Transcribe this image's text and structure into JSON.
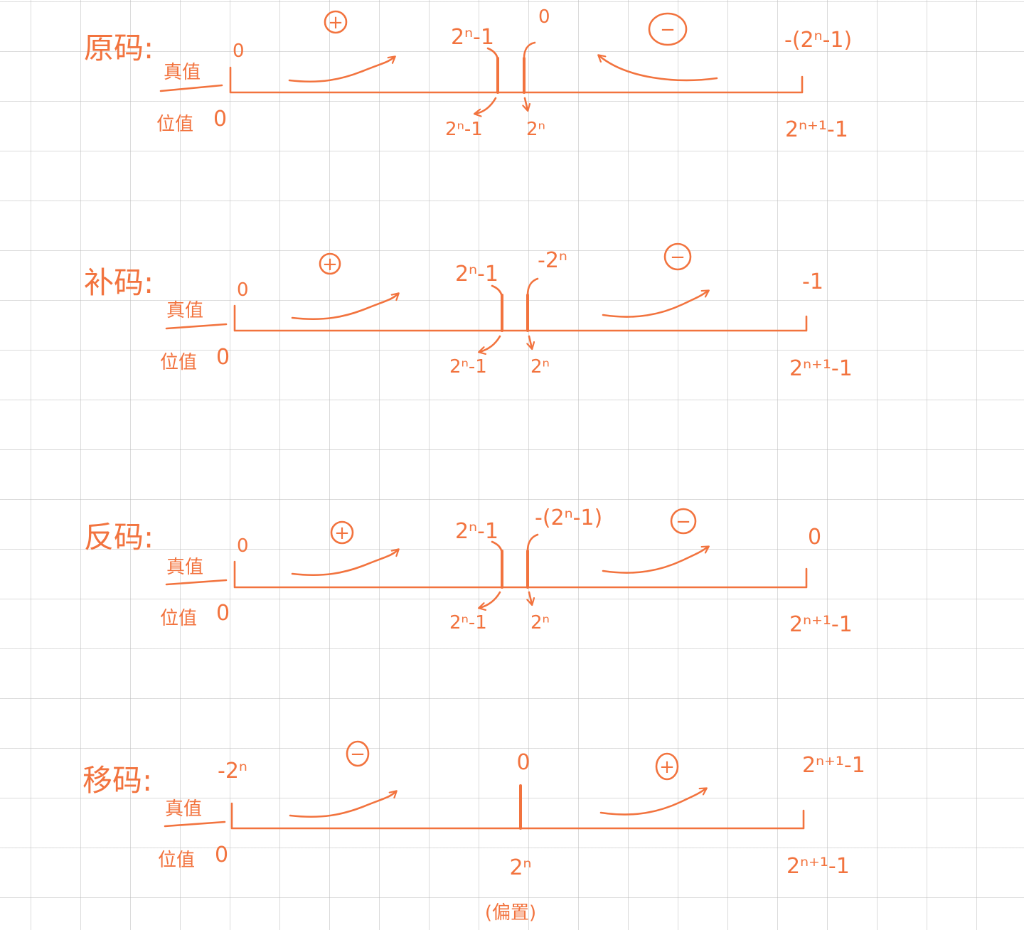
{
  "colors": {
    "ink": "#f2733e",
    "grid": "#bebebe",
    "background": "#ffffff"
  },
  "row_labels": {
    "true_value": "真值",
    "bit_value": "位值"
  },
  "sections": [
    {
      "title": "原码:",
      "true_left": "0",
      "left_sign": "+",
      "mid_left_top": "2ⁿ-1",
      "mid_right_top": "0",
      "right_sign": "−",
      "true_right": "-(2ⁿ-1)",
      "bit_left": "0",
      "mid_left_bottom": "2ⁿ-1",
      "mid_right_bottom": "2ⁿ",
      "bit_right": "2ⁿ⁺¹-1"
    },
    {
      "title": "补码:",
      "true_left": "0",
      "left_sign": "+",
      "mid_left_top": "2ⁿ-1",
      "mid_right_top": "-2ⁿ",
      "right_sign": "−",
      "true_right": "-1",
      "bit_left": "0",
      "mid_left_bottom": "2ⁿ-1",
      "mid_right_bottom": "2ⁿ",
      "bit_right": "2ⁿ⁺¹-1"
    },
    {
      "title": "反码:",
      "true_left": "0",
      "left_sign": "+",
      "mid_left_top": "2ⁿ-1",
      "mid_right_top": "-(2ⁿ-1)",
      "right_sign": "−",
      "true_right": "0",
      "bit_left": "0",
      "mid_left_bottom": "2ⁿ-1",
      "mid_right_bottom": "2ⁿ",
      "bit_right": "2ⁿ⁺¹-1"
    },
    {
      "title": "移码:",
      "true_left": "-2ⁿ",
      "left_sign": "−",
      "mid_top": "0",
      "right_sign": "+",
      "true_right": "2ⁿ⁺¹-1",
      "bit_left": "0",
      "mid_bottom": "2ⁿ",
      "bias_note": "(偏置)",
      "bit_right": "2ⁿ⁺¹-1"
    }
  ]
}
